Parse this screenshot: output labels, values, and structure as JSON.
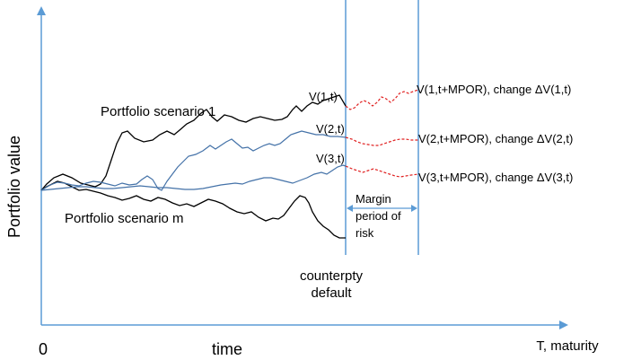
{
  "labels": {
    "y_axis": "Portfolio value",
    "x_origin": "0",
    "x_time": "time",
    "x_end": "T, maturity",
    "scenario_1": "Portfolio scenario 1",
    "scenario_m": "Portfolio scenario m",
    "default_line1": "counterpty",
    "default_line2": "default",
    "v1_t": "V(1,t)",
    "v2_t": "V(2,t)",
    "v3_t": "V(3,t)",
    "v1_mpor": "V(1,t+MPOR), change ΔV(1,t)",
    "v2_mpor": "V(2,t+MPOR), change ΔV(2,t)",
    "v3_mpor": "V(3,t+MPOR), change ΔV(3,t)",
    "margin_line1": "Margin",
    "margin_line2": "period of",
    "margin_line3": "risk"
  },
  "colors": {
    "axis": "#5b9bd5",
    "scenario_black": "#000000",
    "scenario_blue": "#4472a8",
    "projection_red": "#e02020"
  }
}
